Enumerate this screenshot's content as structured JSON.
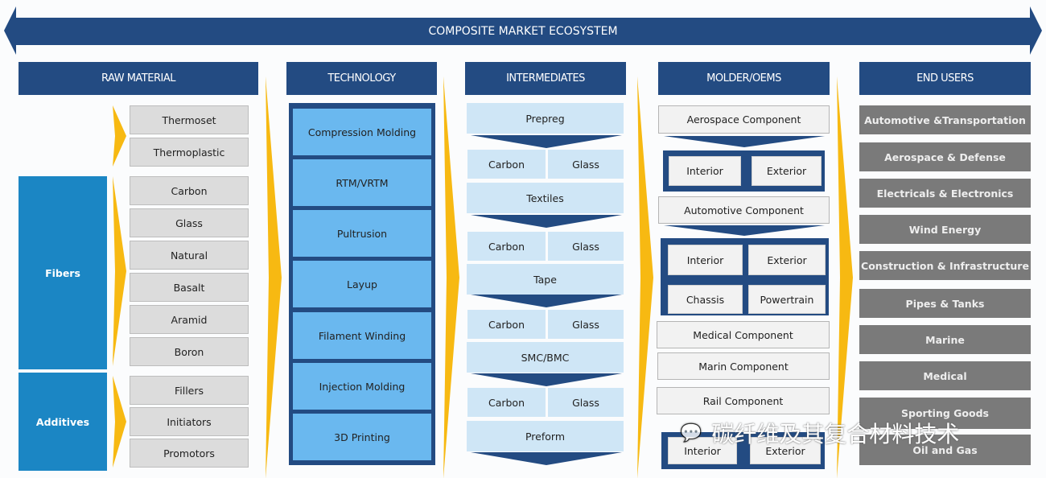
{
  "banner": {
    "title": "COMPOSITE MARKET ECOSYSTEM"
  },
  "colors": {
    "navy": "#234b82",
    "yellow": "#f7b912",
    "fiber_blue": "#1b86c4",
    "tech_blue": "#6ab8ef",
    "inter_blue": "#cfe6f6",
    "end_gray": "#7a7a7a"
  },
  "headers": [
    "RAW MATERIAL",
    "TECHNOLOGY",
    "INTERMEDIATES",
    "MOLDER/OEMS",
    "END USERS"
  ],
  "raw_material": {
    "resins": [
      "Thermoset",
      "Thermoplastic"
    ],
    "fibers_label": "Fibers",
    "fibers": [
      "Carbon",
      "Glass",
      "Natural",
      "Basalt",
      "Aramid",
      "Boron"
    ],
    "additives_label": "Additives",
    "additives": [
      "Fillers",
      "Initiators",
      "Promotors"
    ]
  },
  "technology": [
    "Compression Molding",
    "RTM/VRTM",
    "Pultrusion",
    "Layup",
    "Filament Winding",
    "Injection Molding",
    "3D Printing"
  ],
  "intermediates": {
    "items": [
      "Prepreg",
      "Textiles",
      "Tape",
      "SMC/BMC",
      "Preform"
    ],
    "carbon": "Carbon",
    "glass": "Glass"
  },
  "molders": {
    "aerospace": "Aerospace Component",
    "automotive": "Automotive Component",
    "medical": "Medical Component",
    "marine": "Marin Component",
    "rail": "Rail Component",
    "interior": "Interior",
    "exterior": "Exterior",
    "chassis": "Chassis",
    "powertrain": "Powertrain"
  },
  "end_users": [
    "Automotive &Transportation",
    "Aerospace & Defense",
    "Electricals & Electronics",
    "Wind Energy",
    "Construction & Infrastructure",
    "Pipes & Tanks",
    "Marine",
    "Medical",
    "Sporting Goods",
    "Oil and Gas"
  ],
  "watermark": "碳纤维及其复合材料技术"
}
